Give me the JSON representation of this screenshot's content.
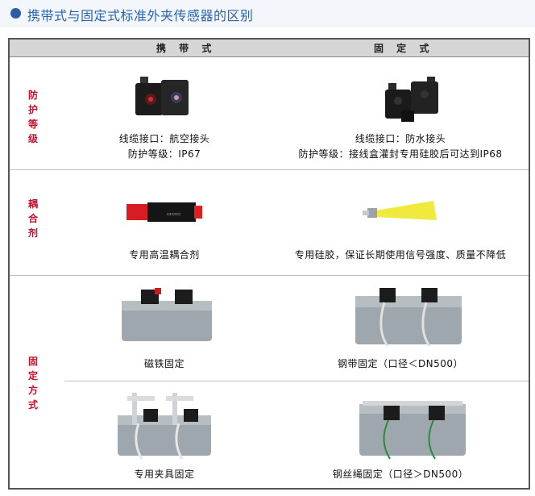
{
  "page": {
    "title": "携带式与固定式标准外夹传感器的区别"
  },
  "table": {
    "columns": [
      "携 带 式",
      "固 定 式"
    ],
    "rows": [
      {
        "label": "防护等级",
        "portable": {
          "line1": "线缆接口：航空接头",
          "line2": "防护等级：IP67"
        },
        "fixed": {
          "line1": "线缆接口：防水接头",
          "line2": "防护等级：接线盒灌封专用硅胶后可达到IP68"
        }
      },
      {
        "label": "耦合剂",
        "portable": {
          "caption": "专用高温耦合剂"
        },
        "fixed": {
          "caption": "专用硅胶，保证长期使用信号强度、质量不降低"
        }
      },
      {
        "label": "固定方式",
        "portable_1": {
          "caption": "磁铁固定"
        },
        "fixed_1": {
          "caption": "钢带固定（口径＜DN500）"
        },
        "portable_2": {
          "caption": "专用夹具固定"
        },
        "fixed_2": {
          "caption": "钢丝绳固定（口径＞DN500）"
        }
      }
    ]
  },
  "colors": {
    "title": "#2b63b0",
    "row_label": "#c8102e",
    "header_bg": "#d6d6d6"
  }
}
